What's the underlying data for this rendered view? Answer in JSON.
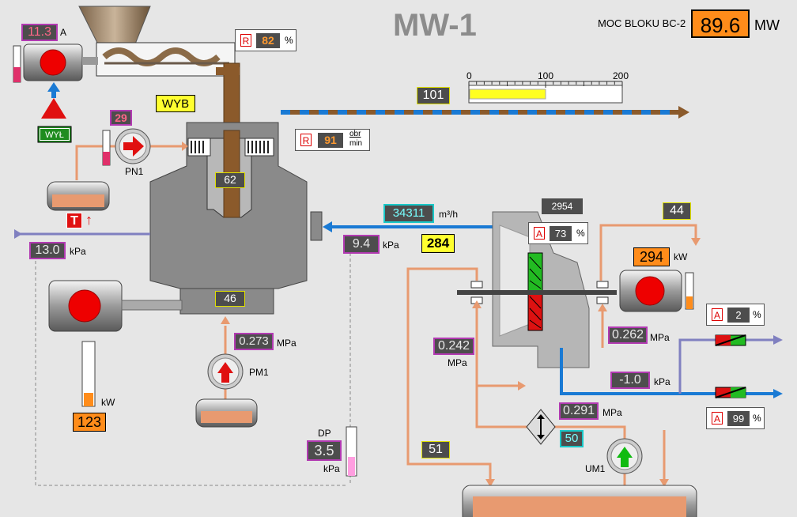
{
  "title": "MW-1",
  "block_power": {
    "label": "MOC BLOKU BC-2",
    "value": "89.6",
    "unit": "MW"
  },
  "feeder": {
    "current": "11.3",
    "current_unit": "A",
    "setpoint_r": "R",
    "setpoint_value": "82",
    "setpoint_unit": "%",
    "select_label": "WYB",
    "off_label": "WYŁ"
  },
  "mill": {
    "speed_r": "R",
    "speed_value": "91",
    "speed_unit_top": "obr",
    "speed_unit_bottom": "min",
    "level": "62",
    "level2": "46",
    "motor_power": "123",
    "motor_power_unit": "kW"
  },
  "pump_pn1": {
    "label": "PN1",
    "value": "29"
  },
  "oil_tank": {
    "t_label": "T"
  },
  "pressure_left": {
    "value": "13.0",
    "unit": "kPa"
  },
  "pressure_mill": {
    "value": "9.4",
    "unit": "kPa"
  },
  "pump_pm1": {
    "label": "PM1",
    "pressure": "0.273",
    "unit": "MPa"
  },
  "dp": {
    "label": "DP",
    "value": "3.5",
    "unit": "kPa"
  },
  "coal_line": {
    "value": "101",
    "scale": [
      "0",
      "100",
      "200"
    ],
    "fill": 0.5
  },
  "air_flow": {
    "value": "34311",
    "unit": "m³/h",
    "temp": "284"
  },
  "fan": {
    "value": "2954",
    "a_tag": "A",
    "damper": "73",
    "damper_unit": "%",
    "temp": "44",
    "motor_power": "294",
    "motor_power_unit": "kW",
    "p_left": "0.242",
    "p_left_unit": "MPa",
    "p_right": "0.262",
    "p_right_unit": "MPa"
  },
  "valve_top": {
    "a_tag": "A",
    "value": "2",
    "unit": "%"
  },
  "valve_bottom": {
    "a_tag": "A",
    "value": "99",
    "unit": "%"
  },
  "air_pressure": {
    "value": "-1.0",
    "unit": "kPa"
  },
  "pump_um1": {
    "label": "UM1",
    "pressure": "0.291",
    "unit": "MPa",
    "value": "50"
  },
  "line51": {
    "value": "51"
  },
  "colors": {
    "oil": "#e89a70",
    "coal": "#8b5a2b",
    "air": "#1a7ad4",
    "alarm": "#ff8c1a"
  }
}
